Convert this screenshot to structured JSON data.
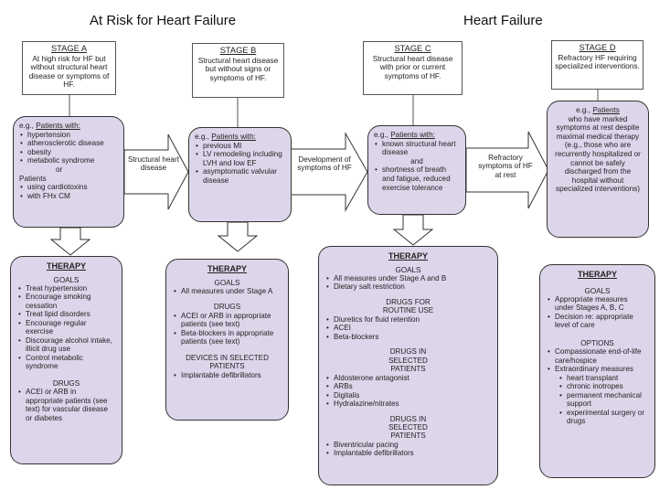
{
  "headings": {
    "left": "At Risk for Heart Failure",
    "right": "Heart Failure"
  },
  "stages": {
    "a": {
      "title": "STAGE A",
      "desc": "At high risk for HF but without structural heart disease or symptoms of HF."
    },
    "b": {
      "title": "STAGE B",
      "desc": "Structural heart disease but without signs or symptoms of HF."
    },
    "c": {
      "title": "STAGE C",
      "desc": "Structural heart disease with prior or current symptoms of HF."
    },
    "d": {
      "title": "STAGE D",
      "desc": "Refractory HF requiring specialized interventions."
    }
  },
  "patients": {
    "a": {
      "eg": "e.g.,",
      "link": "Patients with:",
      "items": [
        "hypertension",
        "atherosclerotic disease",
        "obesity",
        "metabolic syndrome"
      ],
      "or": "or",
      "patients2": "Patients",
      "items2": [
        "using cardiotoxins",
        "with FHx CM"
      ]
    },
    "b": {
      "eg": "e.g.,",
      "link": "Patients with:",
      "items": [
        "previous MI",
        "LV remodeling including LVH and low EF",
        "asymptomatic valvular disease"
      ]
    },
    "c": {
      "eg": "e.g.,",
      "link": "Patients with:",
      "item1": "known structural heart disease",
      "and": "and",
      "item2": "shortness of breath and fatigue, reduced exercise tolerance"
    },
    "d": {
      "eg": "e.g.,",
      "link": "Patients",
      "text": "who have marked symptoms at rest despite maximal medical therapy (e.g., those who are recurrently hospitalized or cannot be safely discharged from the hospital without specialized interventions)"
    }
  },
  "arrows": {
    "ab": "Structural heart disease",
    "bc": "Development of symptoms of HF",
    "cd": "Refractory symptoms of HF at rest"
  },
  "therapy": {
    "a": {
      "title": "THERAPY",
      "goals": "GOALS",
      "goal_items": [
        "Treat hypertension",
        "Encourage smoking cessation",
        "Treat lipid disorders",
        "Encourage regular exercise",
        "Discourage alcohol intake, illicit drug use",
        "Control metabolic syndrome"
      ],
      "drugs": "DRUGS",
      "drug_items": [
        "ACEI or ARB in appropriate patients (see text) for vascular disease or diabetes"
      ]
    },
    "b": {
      "title": "THERAPY",
      "goals": "GOALS",
      "goal_items": [
        "All measures under Stage A"
      ],
      "drugs": "DRUGS",
      "drug_items": [
        "ACEI or ARB in appropriate patients (see text)",
        "Beta-blockers in appropriate patients (see text)"
      ],
      "devices": "DEVICES IN SELECTED PATIENTS",
      "device_items": [
        "Implantable defibrillators"
      ]
    },
    "c": {
      "title": "THERAPY",
      "goals": "GOALS",
      "goal_items": [
        "All measures under Stage A and B",
        "Dietary salt restriction"
      ],
      "routine": "DRUGS FOR ROUTINE USE",
      "routine_items": [
        "Diuretics for fluid retention",
        "ACEI",
        "Beta-blockers"
      ],
      "selected": "DRUGS IN SELECTED PATIENTS",
      "selected_items": [
        "Aldosterone antagonist",
        "ARBs",
        "Digitalis",
        "Hydralazine/nitrates"
      ],
      "devices": "DRUGS IN SELECTED PATIENTS",
      "device_items": [
        "Biventricular pacing",
        "Implantable defibrillators"
      ]
    },
    "d": {
      "title": "THERAPY",
      "goals": "GOALS",
      "goal_items": [
        "Appropriate measures under Stages A, B, C",
        "Decision re: appropriate level of care"
      ],
      "options": "OPTIONS",
      "option_items": [
        "Compassionate end-of-life care/hospice",
        "Extraordinary measures"
      ],
      "extra_items": [
        "heart transplant",
        "chronic inotropes",
        "permanent mechanical support",
        "experimental surgery or drugs"
      ]
    }
  },
  "colors": {
    "box_fill": "#ddd5ea",
    "border": "#333333"
  }
}
